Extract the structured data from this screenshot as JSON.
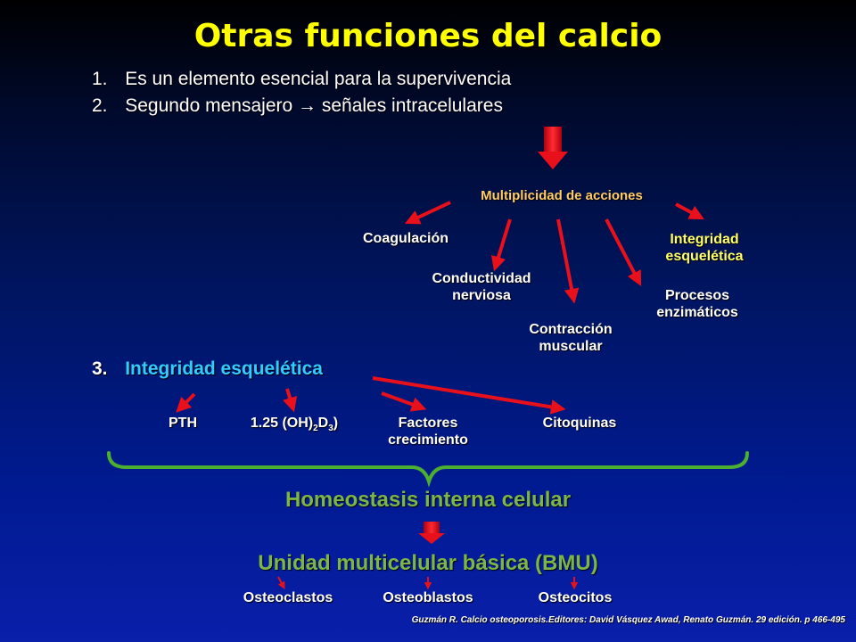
{
  "title": "Otras funciones del calcio",
  "list": {
    "item1_num": "1.",
    "item1_text": "Es un elemento esencial para la supervivencia",
    "item2_num": "2.",
    "item2_text": "Segundo mensajero → señales intracelulares",
    "item3_num": "3.",
    "item3_text": "Integridad esquelética"
  },
  "diagram": {
    "multiplicidad": "Multiplicidad de acciones",
    "coagulacion": "Coagulación",
    "conductividad_l1": "Conductividad",
    "conductividad_l2": "nerviosa",
    "contraccion_l1": "Contracción",
    "contraccion_l2": "muscular",
    "procesos_l1": "Procesos",
    "procesos_l2": "enzimáticos",
    "integridad_l1": "Integridad",
    "integridad_l2": "esquelética",
    "pth": "PTH",
    "vitd_prefix": "1.25 (OH)",
    "vitd_sub1": "2",
    "vitd_mid": "D",
    "vitd_sub2": "3",
    "vitd_suffix": ")",
    "factores_l1": "Factores",
    "factores_l2": "crecimiento",
    "citoquinas": "Citoquinas",
    "homeostasis": "Homeostasis interna celular",
    "bmu": "Unidad multicelular básica (BMU)",
    "osteoclastos": "Osteoclastos",
    "osteoblastos": "Osteoblastos",
    "osteocitos": "Osteocitos"
  },
  "citation": "Guzmán R. Calcio osteoporosis.Editores: David Vásquez Awad, Renato Guzmán. 29 edición. p 466-495",
  "colors": {
    "arrow_red": "#e8101a",
    "brace_green": "#4caf30",
    "title_yellow": "#ffff00",
    "accent_cyan": "#33ccff"
  }
}
